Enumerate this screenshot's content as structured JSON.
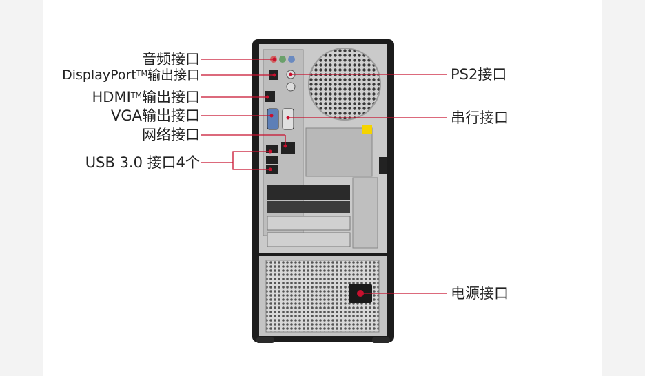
{
  "labels": {
    "audio": "音频接口",
    "displayport_pre": "DisplayPort",
    "displayport_tm": "TM",
    "displayport_post": "输出接口",
    "hdmi_pre": "HDMI",
    "hdmi_tm": "TM",
    "hdmi_post": "输出接口",
    "vga": "VGA输出接口",
    "network": "网络接口",
    "usb": "USB 3.0 接口4个",
    "ps2": "PS2接口",
    "serial": "串行接口",
    "power": "电源接口"
  },
  "colors": {
    "leader": "#c8102e",
    "chassis": "#1c1c1c",
    "panel": "#c9c9c9",
    "text": "#222222"
  }
}
